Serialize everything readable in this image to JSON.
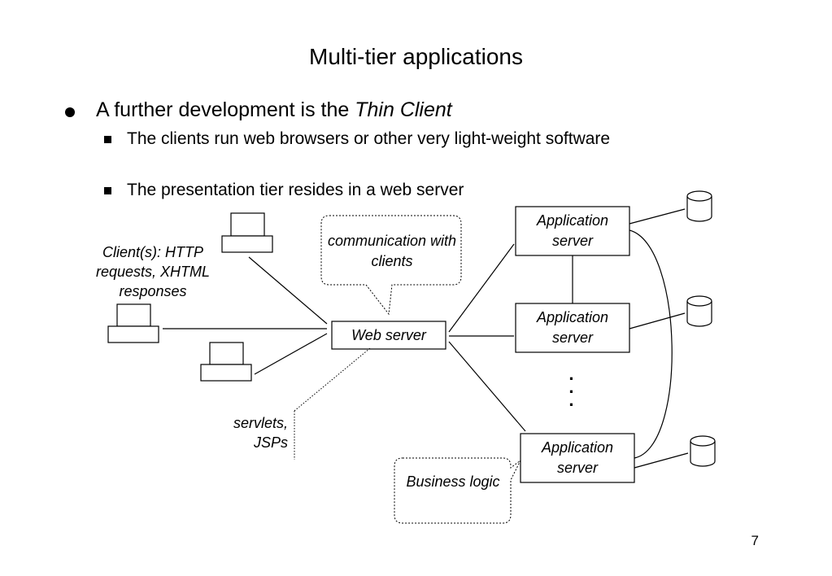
{
  "slide": {
    "title": "Multi-tier applications",
    "bullet1": {
      "prefix": "A further development is the ",
      "emphasis": "Thin Client"
    },
    "sub_bullets": [
      "The clients run web browsers or other very light-weight software",
      "The presentation tier resides in a web server"
    ],
    "page_number": "7"
  },
  "diagram": {
    "client_label": "Client(s): HTTP requests, XHTML responses",
    "web_server": "Web server",
    "communication_callout": "communication with clients",
    "servlets_label": "servlets, JSPs",
    "app_servers": [
      "Application server",
      "Application server",
      "Application server"
    ],
    "business_logic": "Business logic",
    "ellipsis": "·\n·\n·"
  }
}
